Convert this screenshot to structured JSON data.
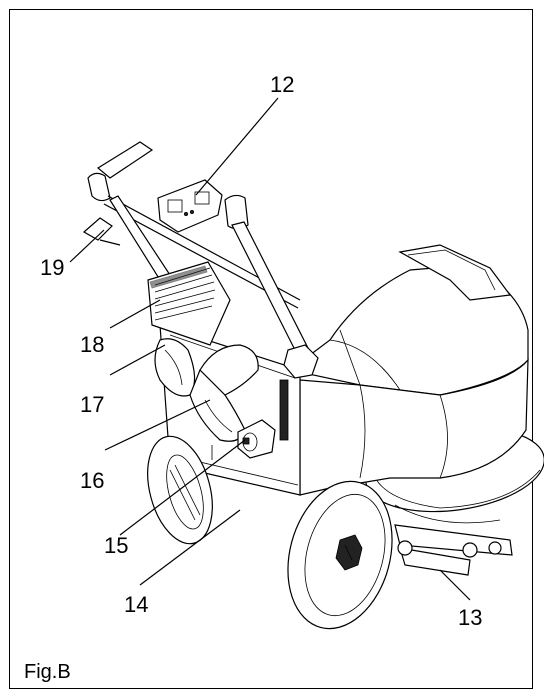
{
  "figure": {
    "caption": "Fig.B",
    "callouts": [
      {
        "id": "12",
        "text": "12"
      },
      {
        "id": "13",
        "text": "13"
      },
      {
        "id": "14",
        "text": "14"
      },
      {
        "id": "15",
        "text": "15"
      },
      {
        "id": "16",
        "text": "16"
      },
      {
        "id": "17",
        "text": "17"
      },
      {
        "id": "18",
        "text": "18"
      },
      {
        "id": "19",
        "text": "19"
      }
    ]
  }
}
